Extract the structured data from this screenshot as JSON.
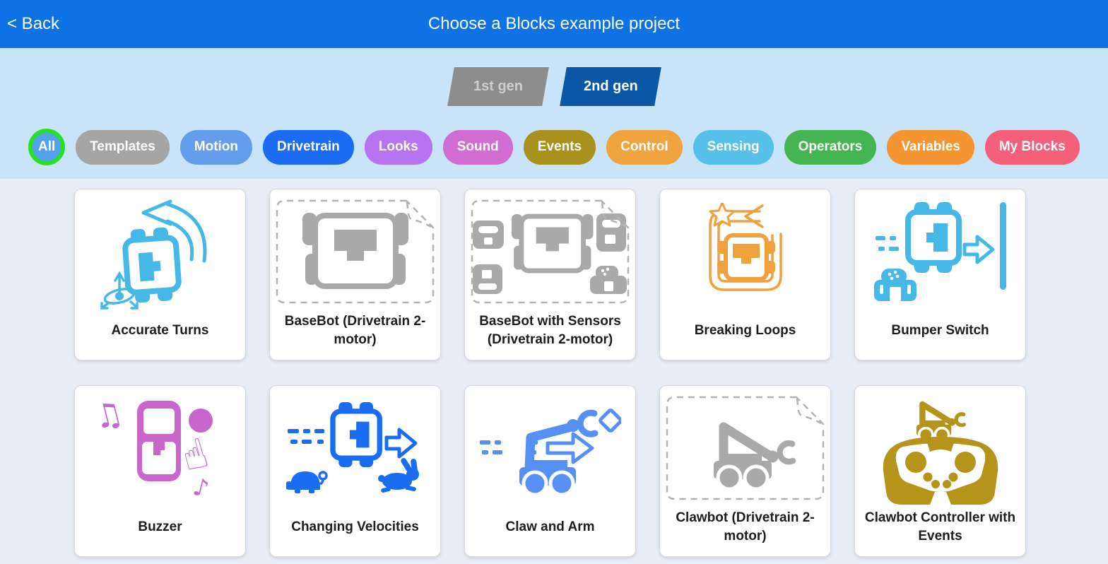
{
  "header": {
    "back": "< Back",
    "title": "Choose a Blocks example project"
  },
  "generation_tabs": [
    {
      "label": "1st gen",
      "selected": false
    },
    {
      "label": "2nd gen",
      "selected": true
    }
  ],
  "filters": [
    {
      "label": "All",
      "color": "#55a2ec",
      "ring": "#2adf2a",
      "selected": true
    },
    {
      "label": "Templates",
      "color": "#a5a5a5"
    },
    {
      "label": "Motion",
      "color": "#659ded"
    },
    {
      "label": "Drivetrain",
      "color": "#1b6cf2"
    },
    {
      "label": "Looks",
      "color": "#b873f0"
    },
    {
      "label": "Sound",
      "color": "#d06cd2"
    },
    {
      "label": "Events",
      "color": "#a9911d"
    },
    {
      "label": "Control",
      "color": "#f0a440"
    },
    {
      "label": "Sensing",
      "color": "#57c0e9"
    },
    {
      "label": "Operators",
      "color": "#44b552"
    },
    {
      "label": "Variables",
      "color": "#f59531"
    },
    {
      "label": "My Blocks",
      "color": "#f4607a"
    }
  ],
  "cards": [
    {
      "label": "Accurate Turns",
      "icon": "robot-turn-arrow-gyro-icon",
      "template": false
    },
    {
      "label": "BaseBot (Drivetrain 2-motor)",
      "icon": "basebot-top-view-icon",
      "template": true
    },
    {
      "label": "BaseBot with Sensors (Drivetrain 2-motor)",
      "icon": "basebot-with-sensors-icon",
      "template": true
    },
    {
      "label": "Breaking Loops",
      "icon": "loop-star-robot-icon",
      "template": false
    },
    {
      "label": "Bumper Switch",
      "icon": "robot-bumper-wall-icon",
      "template": false
    },
    {
      "label": "Buzzer",
      "icon": "brain-music-touch-icon",
      "template": false
    },
    {
      "label": "Changing Velocities",
      "icon": "robot-turtle-rabbit-icon",
      "template": false
    },
    {
      "label": "Claw and Arm",
      "icon": "clawbot-arm-arrow-diamond-icon",
      "template": false
    },
    {
      "label": "Clawbot (Drivetrain 2-motor)",
      "icon": "clawbot-side-view-icon",
      "template": true
    },
    {
      "label": "Clawbot Controller with Events",
      "icon": "clawbot-controller-icon",
      "template": false
    }
  ],
  "colors": {
    "header_bg": "#0e72e4",
    "filter_section_bg": "#c9e4f8",
    "main_bg": "#e8edf8",
    "selected_tab_bg": "#0b57a6",
    "unselected_tab_bg": "#8d8d8d",
    "cyan_icon": "#45b8e8",
    "gray_icon": "#a9a9a9",
    "orange_icon": "#f0a13c",
    "magenta_icon": "#c966cc",
    "blue_icon": "#1a6cf1",
    "light_blue_icon": "#5590f2",
    "olive_icon": "#b5941b"
  }
}
